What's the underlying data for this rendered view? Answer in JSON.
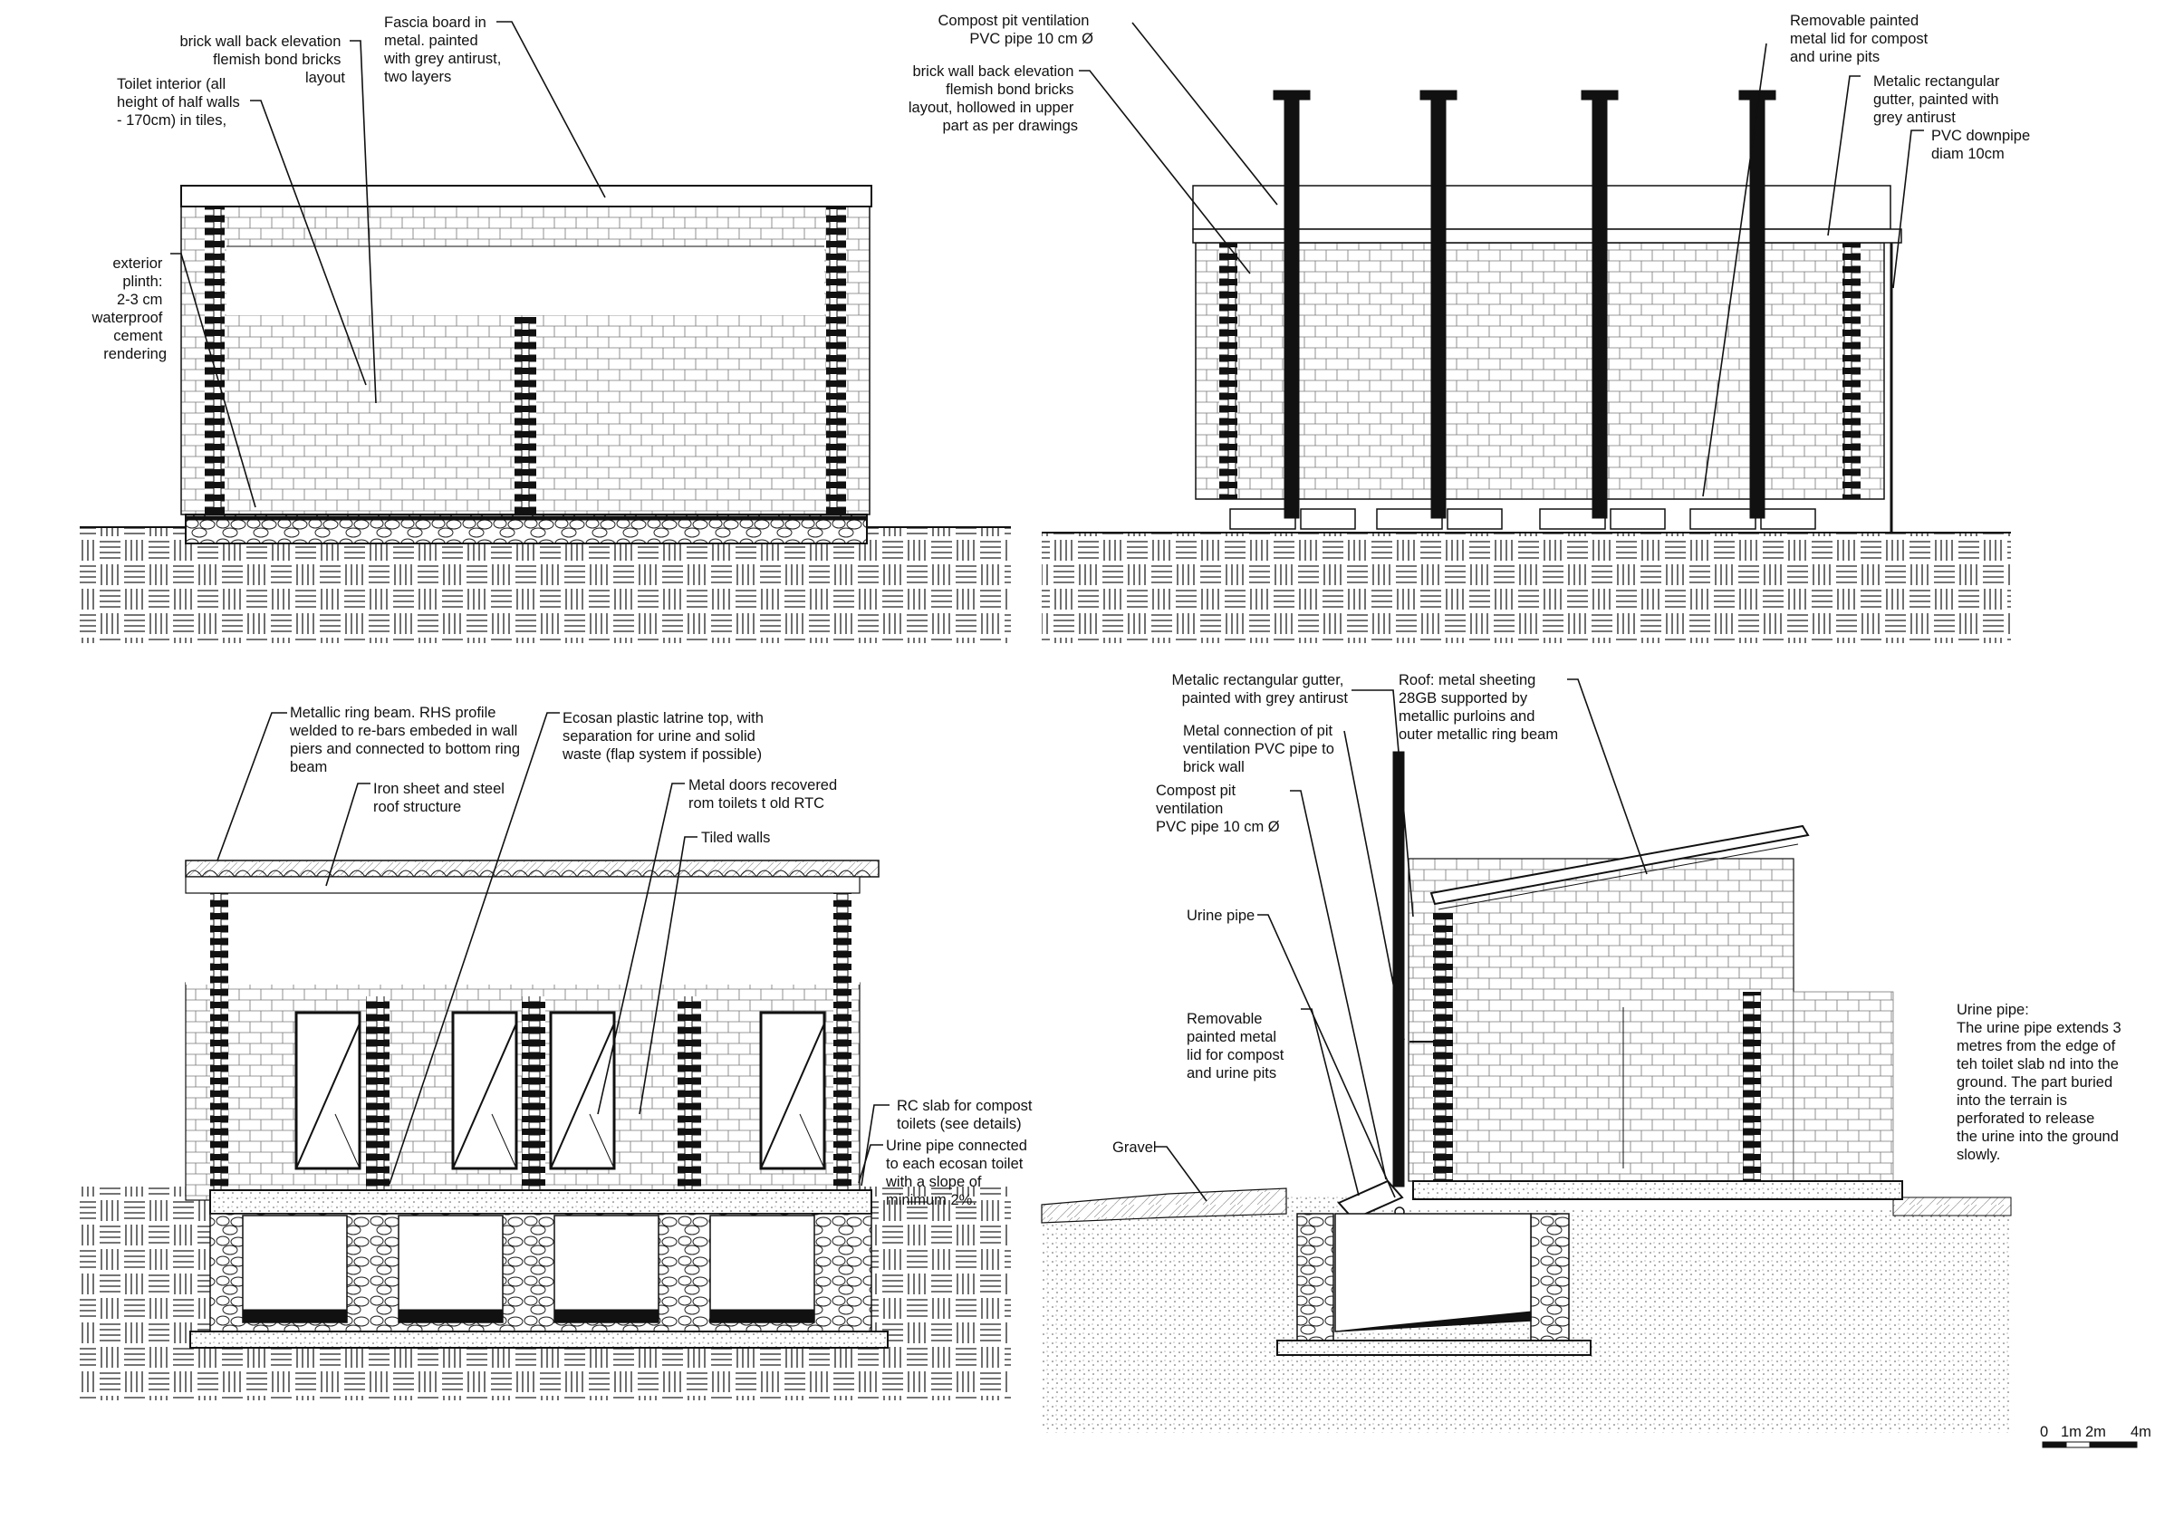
{
  "drawings": {
    "back_elevation": {
      "labels": {
        "brick_wall": [
          "brick wall back elevation",
          "flemish bond bricks",
          "layout"
        ],
        "fascia": [
          "Fascia board in",
          "metal. painted",
          "with grey antirust,",
          "two layers"
        ],
        "toilet_interior": [
          "Toilet interior (all",
          "height of half walls",
          "- 170cm) in tiles,"
        ],
        "plinth": [
          "exterior",
          "plinth:",
          "2-3 cm",
          "waterproof",
          "cement",
          "rendering"
        ]
      }
    },
    "front_elevation": {
      "labels": {
        "vent_pipe": [
          "Compost pit ventilation",
          "PVC pipe 10 cm Ø"
        ],
        "brick_wall": [
          "brick wall back elevation",
          "flemish bond bricks",
          "layout, hollowed in upper",
          "part as per drawings"
        ],
        "lid": [
          "Removable painted",
          "metal lid for compost",
          "and urine pits"
        ],
        "gutter": [
          "Metalic rectangular",
          "gutter, painted with",
          "grey antirust"
        ],
        "downpipe": [
          "PVC downpipe",
          "diam 10cm"
        ]
      }
    },
    "section_front": {
      "labels": {
        "ring_beam": [
          "Metallic ring beam. RHS profile",
          "welded to re-bars embeded in wall",
          "piers and connected to bottom ring",
          "beam"
        ],
        "latrine_top": [
          "Ecosan plastic latrine top, with",
          "separation for urine and solid",
          "waste (flap system if possible)"
        ],
        "roof": [
          "Iron sheet and steel",
          "roof structure"
        ],
        "doors": [
          "Metal doors recovered",
          "rom toilets t old RTC"
        ],
        "tiled": [
          "Tiled walls"
        ],
        "slab": [
          "RC slab for compost",
          "toilets (see details)"
        ],
        "urine_pipe": [
          "Urine pipe connected",
          "to each ecosan toilet",
          "with a slope of",
          "minimum 2%."
        ]
      }
    },
    "section_side": {
      "labels": {
        "gutter": [
          "Metalic rectangular gutter,",
          "painted with grey antirust"
        ],
        "connection": [
          "Metal connection of  pit",
          "ventilation PVC pipe to",
          "brick wall"
        ],
        "vent_pipe": [
          "Compost pit",
          "ventilation",
          "PVC pipe 10 cm Ø"
        ],
        "roof": [
          "Roof: metal sheeting",
          "28GB supported by",
          "metallic purloins and",
          "outer metallic ring beam"
        ],
        "urine": [
          "Urine pipe"
        ],
        "lid": [
          "Removable",
          "painted metal",
          "lid for compost",
          "and urine pits"
        ],
        "gravel": [
          "Gravel"
        ],
        "note": [
          "Urine pipe:",
          "The urine pipe extends 3",
          "metres from the edge of",
          "teh toilet slab nd into the",
          "ground. The part buried",
          "into the terrain is",
          "perforated to release",
          "the urine into the ground",
          "slowly."
        ]
      }
    }
  },
  "scale_bar": {
    "ticks": [
      "0",
      "1m",
      "2m",
      "4m"
    ]
  }
}
